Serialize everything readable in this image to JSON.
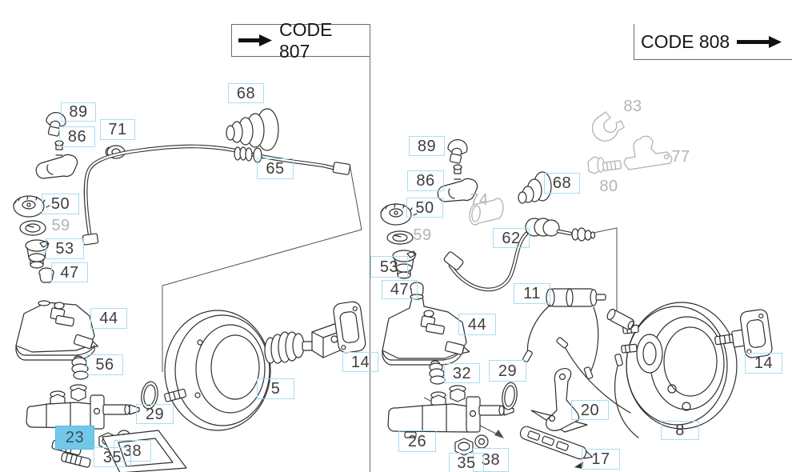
{
  "header": {
    "left_code": "CODE 807",
    "right_code": "CODE 808"
  },
  "colors": {
    "callout_box_border": "#a9ddf1",
    "selected_fill": "#72c8e8",
    "selected_border": "#54bce2",
    "callout_text": "#3d3d3d",
    "disabled_text": "#b4b4b4",
    "line_art": "#2e2e2e",
    "disabled_art": "#b3b3b3"
  },
  "parts": {
    "code807": {
      "p89": {
        "text": "89",
        "state": "normal"
      },
      "p86": {
        "text": "86",
        "state": "normal"
      },
      "p71": {
        "text": "71",
        "state": "normal"
      },
      "p68": {
        "text": "68",
        "state": "normal"
      },
      "p65": {
        "text": "65",
        "state": "normal"
      },
      "p50": {
        "text": "50",
        "state": "normal"
      },
      "p59": {
        "text": "59",
        "state": "disabled"
      },
      "p53": {
        "text": "53",
        "state": "normal"
      },
      "p47": {
        "text": "47",
        "state": "normal"
      },
      "p44": {
        "text": "44",
        "state": "normal"
      },
      "p56": {
        "text": "56",
        "state": "normal"
      },
      "p29": {
        "text": "29",
        "state": "normal"
      },
      "p23": {
        "text": "23",
        "state": "selected"
      },
      "p35": {
        "text": "35",
        "state": "normal"
      },
      "p38": {
        "text": "38",
        "state": "normal"
      },
      "p5": {
        "text": "5",
        "state": "normal"
      },
      "p14": {
        "text": "14",
        "state": "normal"
      }
    },
    "code808": {
      "p89": {
        "text": "89",
        "state": "normal"
      },
      "p86": {
        "text": "86",
        "state": "normal"
      },
      "p50": {
        "text": "50",
        "state": "normal"
      },
      "p74": {
        "text": "74",
        "state": "disabled"
      },
      "p59": {
        "text": "59",
        "state": "disabled"
      },
      "p53": {
        "text": "53",
        "state": "normal"
      },
      "p47": {
        "text": "47",
        "state": "normal"
      },
      "p44": {
        "text": "44",
        "state": "normal"
      },
      "p62": {
        "text": "62",
        "state": "normal"
      },
      "p68": {
        "text": "68",
        "state": "normal"
      },
      "p83": {
        "text": "83",
        "state": "disabled"
      },
      "p77": {
        "text": "77",
        "state": "disabled"
      },
      "p80": {
        "text": "80",
        "state": "disabled"
      },
      "p11": {
        "text": "11",
        "state": "normal"
      },
      "p32": {
        "text": "32",
        "state": "normal"
      },
      "p29": {
        "text": "29",
        "state": "normal"
      },
      "p26": {
        "text": "26",
        "state": "normal"
      },
      "p35": {
        "text": "35",
        "state": "normal"
      },
      "p38": {
        "text": "38",
        "state": "normal"
      },
      "p20": {
        "text": "20",
        "state": "normal"
      },
      "p17": {
        "text": "17",
        "state": "normal"
      },
      "p8": {
        "text": "8",
        "state": "normal"
      },
      "p14": {
        "text": "14",
        "state": "normal"
      }
    }
  }
}
